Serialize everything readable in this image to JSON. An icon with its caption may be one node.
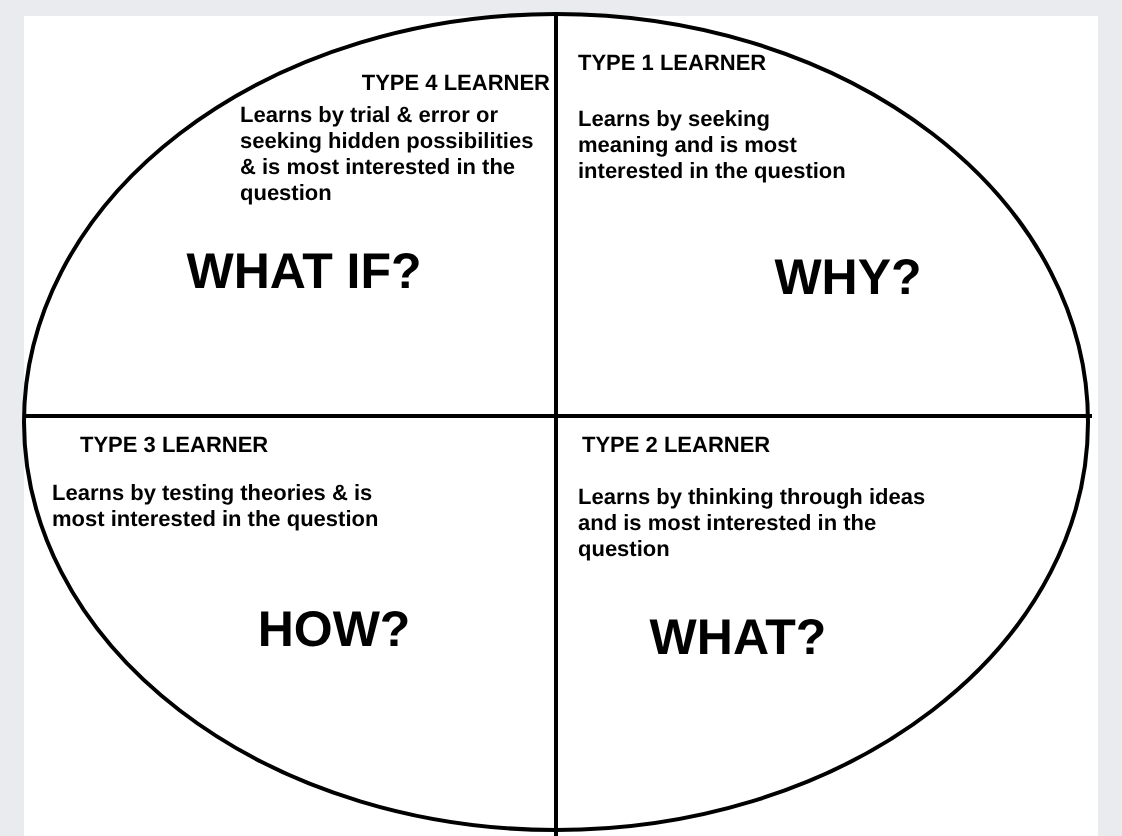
{
  "diagram": {
    "nodes": [
      {
        "text": [
          "TYPE 4 LEARNER",
          "Learns by trial & error or seeking hidden possibilities & is most interested in the question",
          "WHAT IF?"
        ]
      },
      {
        "text": [
          "TYPE 1 LEARNER",
          "Learns by seeking meaning and is most interested in the question",
          "WHY?"
        ]
      },
      {
        "text": [
          "TYPE 3 LEARNER",
          "Learns by testing theories & is most interested in the question",
          "HOW?"
        ]
      },
      {
        "text": [
          "TYPE 2 LEARNER",
          "Learns by thinking through ideas and is most interested in the question",
          "WHAT?"
        ]
      }
    ]
  }
}
